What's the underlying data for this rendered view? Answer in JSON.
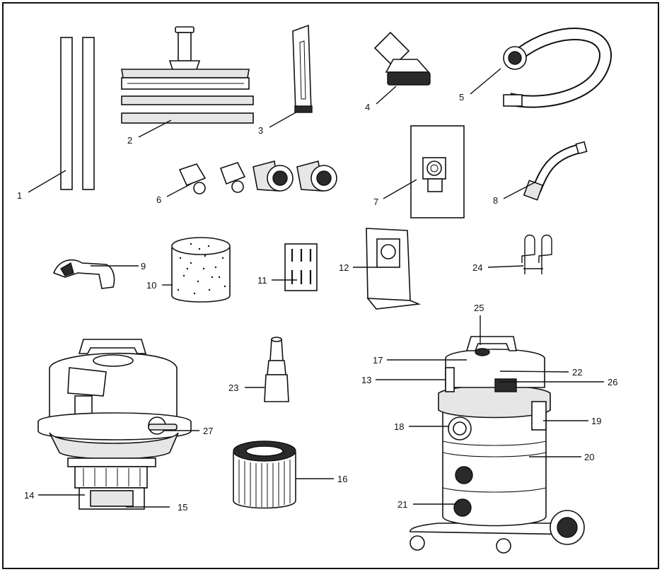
{
  "callouts": [
    {
      "id": "c1",
      "text": "1"
    },
    {
      "id": "c2",
      "text": "2"
    },
    {
      "id": "c3",
      "text": "3"
    },
    {
      "id": "c4",
      "text": "4"
    },
    {
      "id": "c5",
      "text": "5"
    },
    {
      "id": "c6",
      "text": "6"
    },
    {
      "id": "c7",
      "text": "7"
    },
    {
      "id": "c8",
      "text": "8"
    },
    {
      "id": "c9",
      "text": "9"
    },
    {
      "id": "c10",
      "text": "10"
    },
    {
      "id": "c11",
      "text": "11"
    },
    {
      "id": "c12",
      "text": "12"
    },
    {
      "id": "c13",
      "text": "13"
    },
    {
      "id": "c14",
      "text": "14"
    },
    {
      "id": "c15",
      "text": "15"
    },
    {
      "id": "c16",
      "text": "16"
    },
    {
      "id": "c17",
      "text": "17"
    },
    {
      "id": "c18",
      "text": "18"
    },
    {
      "id": "c19",
      "text": "19"
    },
    {
      "id": "c20",
      "text": "20"
    },
    {
      "id": "c21",
      "text": "21"
    },
    {
      "id": "c22",
      "text": "22"
    },
    {
      "id": "c23",
      "text": "23"
    },
    {
      "id": "c24",
      "text": "24"
    },
    {
      "id": "c25",
      "text": "25"
    },
    {
      "id": "c26",
      "text": "26"
    },
    {
      "id": "c27",
      "text": "27"
    }
  ],
  "colors": {
    "ink": "#111111",
    "paper": "#ffffff",
    "shade": "#e6e6e6"
  }
}
